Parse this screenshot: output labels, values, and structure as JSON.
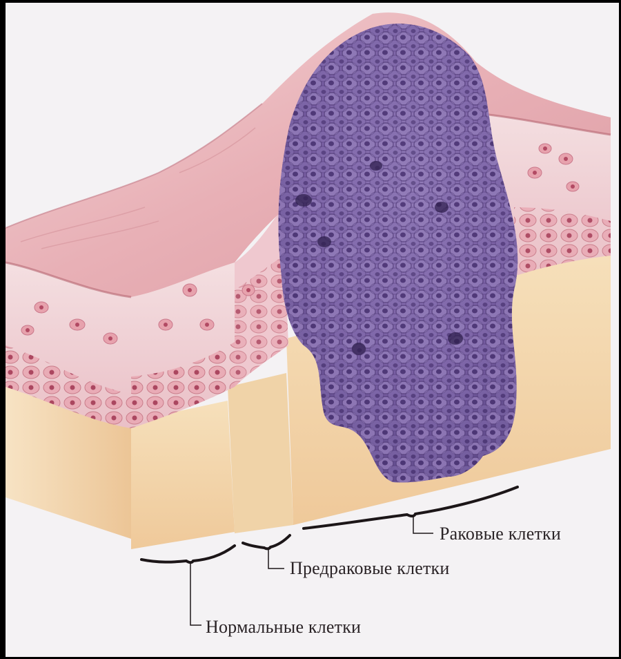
{
  "labels": {
    "cancer": "Раковые клетки",
    "precancer": "Предраковые клетки",
    "normal": "Нормальные клетки"
  },
  "colors": {
    "frame": "#000000",
    "paper": "#f4f2f4",
    "dermis": "#f3dbb4",
    "epidermis": "#f2cdd0",
    "surface": "#d98e96",
    "normal_nucleus": "#b0475e",
    "tumor": "#7c61a6",
    "tumor_nucleus": "#3d2a63",
    "bracket": "#1c1618"
  }
}
